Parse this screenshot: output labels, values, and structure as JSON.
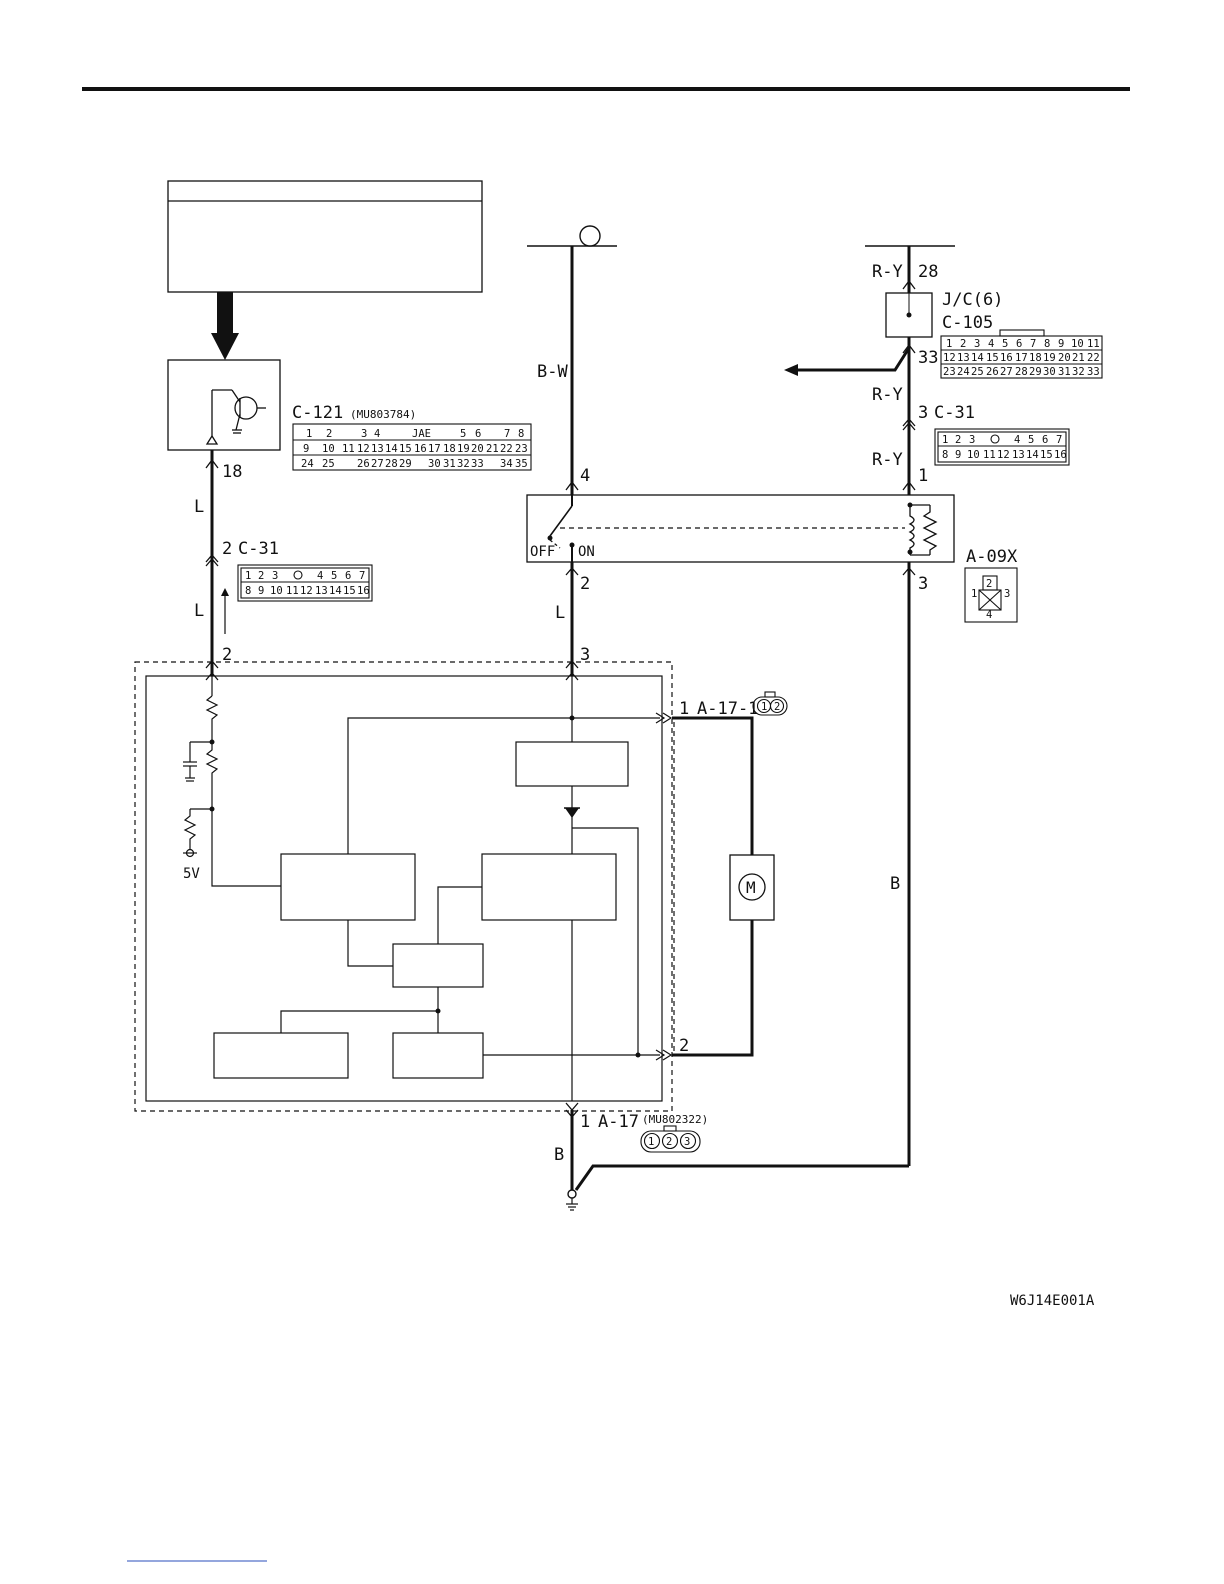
{
  "wires": {
    "bw": "B-W",
    "l_left_upper": "L",
    "l_left_lower": "L",
    "l_mid": "L",
    "ry_top": "R-Y",
    "ry_mid": "R-Y",
    "ry_low": "R-Y",
    "b_right": "B",
    "b_bottom": "B"
  },
  "pins": {
    "p18": "18",
    "p2_left": "2",
    "p2_bottom_left": "2",
    "p4": "4",
    "p2_mid": "2",
    "p3_mid": "3",
    "p28": "28",
    "p33": "33",
    "p3_c31": "3",
    "p1_relay": "1",
    "p3_relay": "3",
    "p1_a17_1": "1",
    "p2_a17_1": "2",
    "p1_a17": "1"
  },
  "connectors": {
    "c121": "C-121",
    "c121_part": "(MU803784)",
    "c31_left": "C-31",
    "c31_right": "C-31",
    "jc6": "J/C(6)",
    "c105": "C-105",
    "a09x": "A-09X",
    "a17_1": "A-17-1",
    "a17": "A-17",
    "a17_part": "(MU802322)"
  },
  "c121_grid": {
    "row1": [
      "1",
      "2",
      "3",
      "4",
      "JAE",
      "5",
      "6",
      "7",
      "8"
    ],
    "row2": [
      "9",
      "10",
      "11",
      "12",
      "13",
      "14",
      "15",
      "16",
      "17",
      "18",
      "19",
      "20",
      "21",
      "22",
      "23"
    ],
    "row3": [
      "24",
      "25",
      "26",
      "27",
      "28",
      "29",
      "30",
      "31",
      "32",
      "33",
      "34",
      "35"
    ]
  },
  "c105_grid": {
    "row1": [
      "1",
      "2",
      "3",
      "4",
      "5",
      "6",
      "7",
      "8",
      "9",
      "10",
      "11"
    ],
    "row2": [
      "12",
      "13",
      "14",
      "15",
      "16",
      "17",
      "18",
      "19",
      "20",
      "21",
      "22"
    ],
    "row3": [
      "23",
      "24",
      "25",
      "26",
      "27",
      "28",
      "29",
      "30",
      "31",
      "32",
      "33"
    ]
  },
  "c31_grid": {
    "row1": [
      "1",
      "2",
      "3",
      "4",
      "5",
      "6",
      "7"
    ],
    "row2": [
      "8",
      "9",
      "10",
      "11",
      "12",
      "13",
      "14",
      "15",
      "16"
    ]
  },
  "a09x_pins": [
    "1",
    "2",
    "3",
    "4"
  ],
  "a17_1_pins": [
    "1",
    "2"
  ],
  "a17_pins": [
    "1",
    "2",
    "3"
  ],
  "switch": {
    "off": "OFF",
    "on": "ON"
  },
  "misc": {
    "v5": "5V",
    "motor": "M"
  },
  "figure_code": "W6J14E001A"
}
